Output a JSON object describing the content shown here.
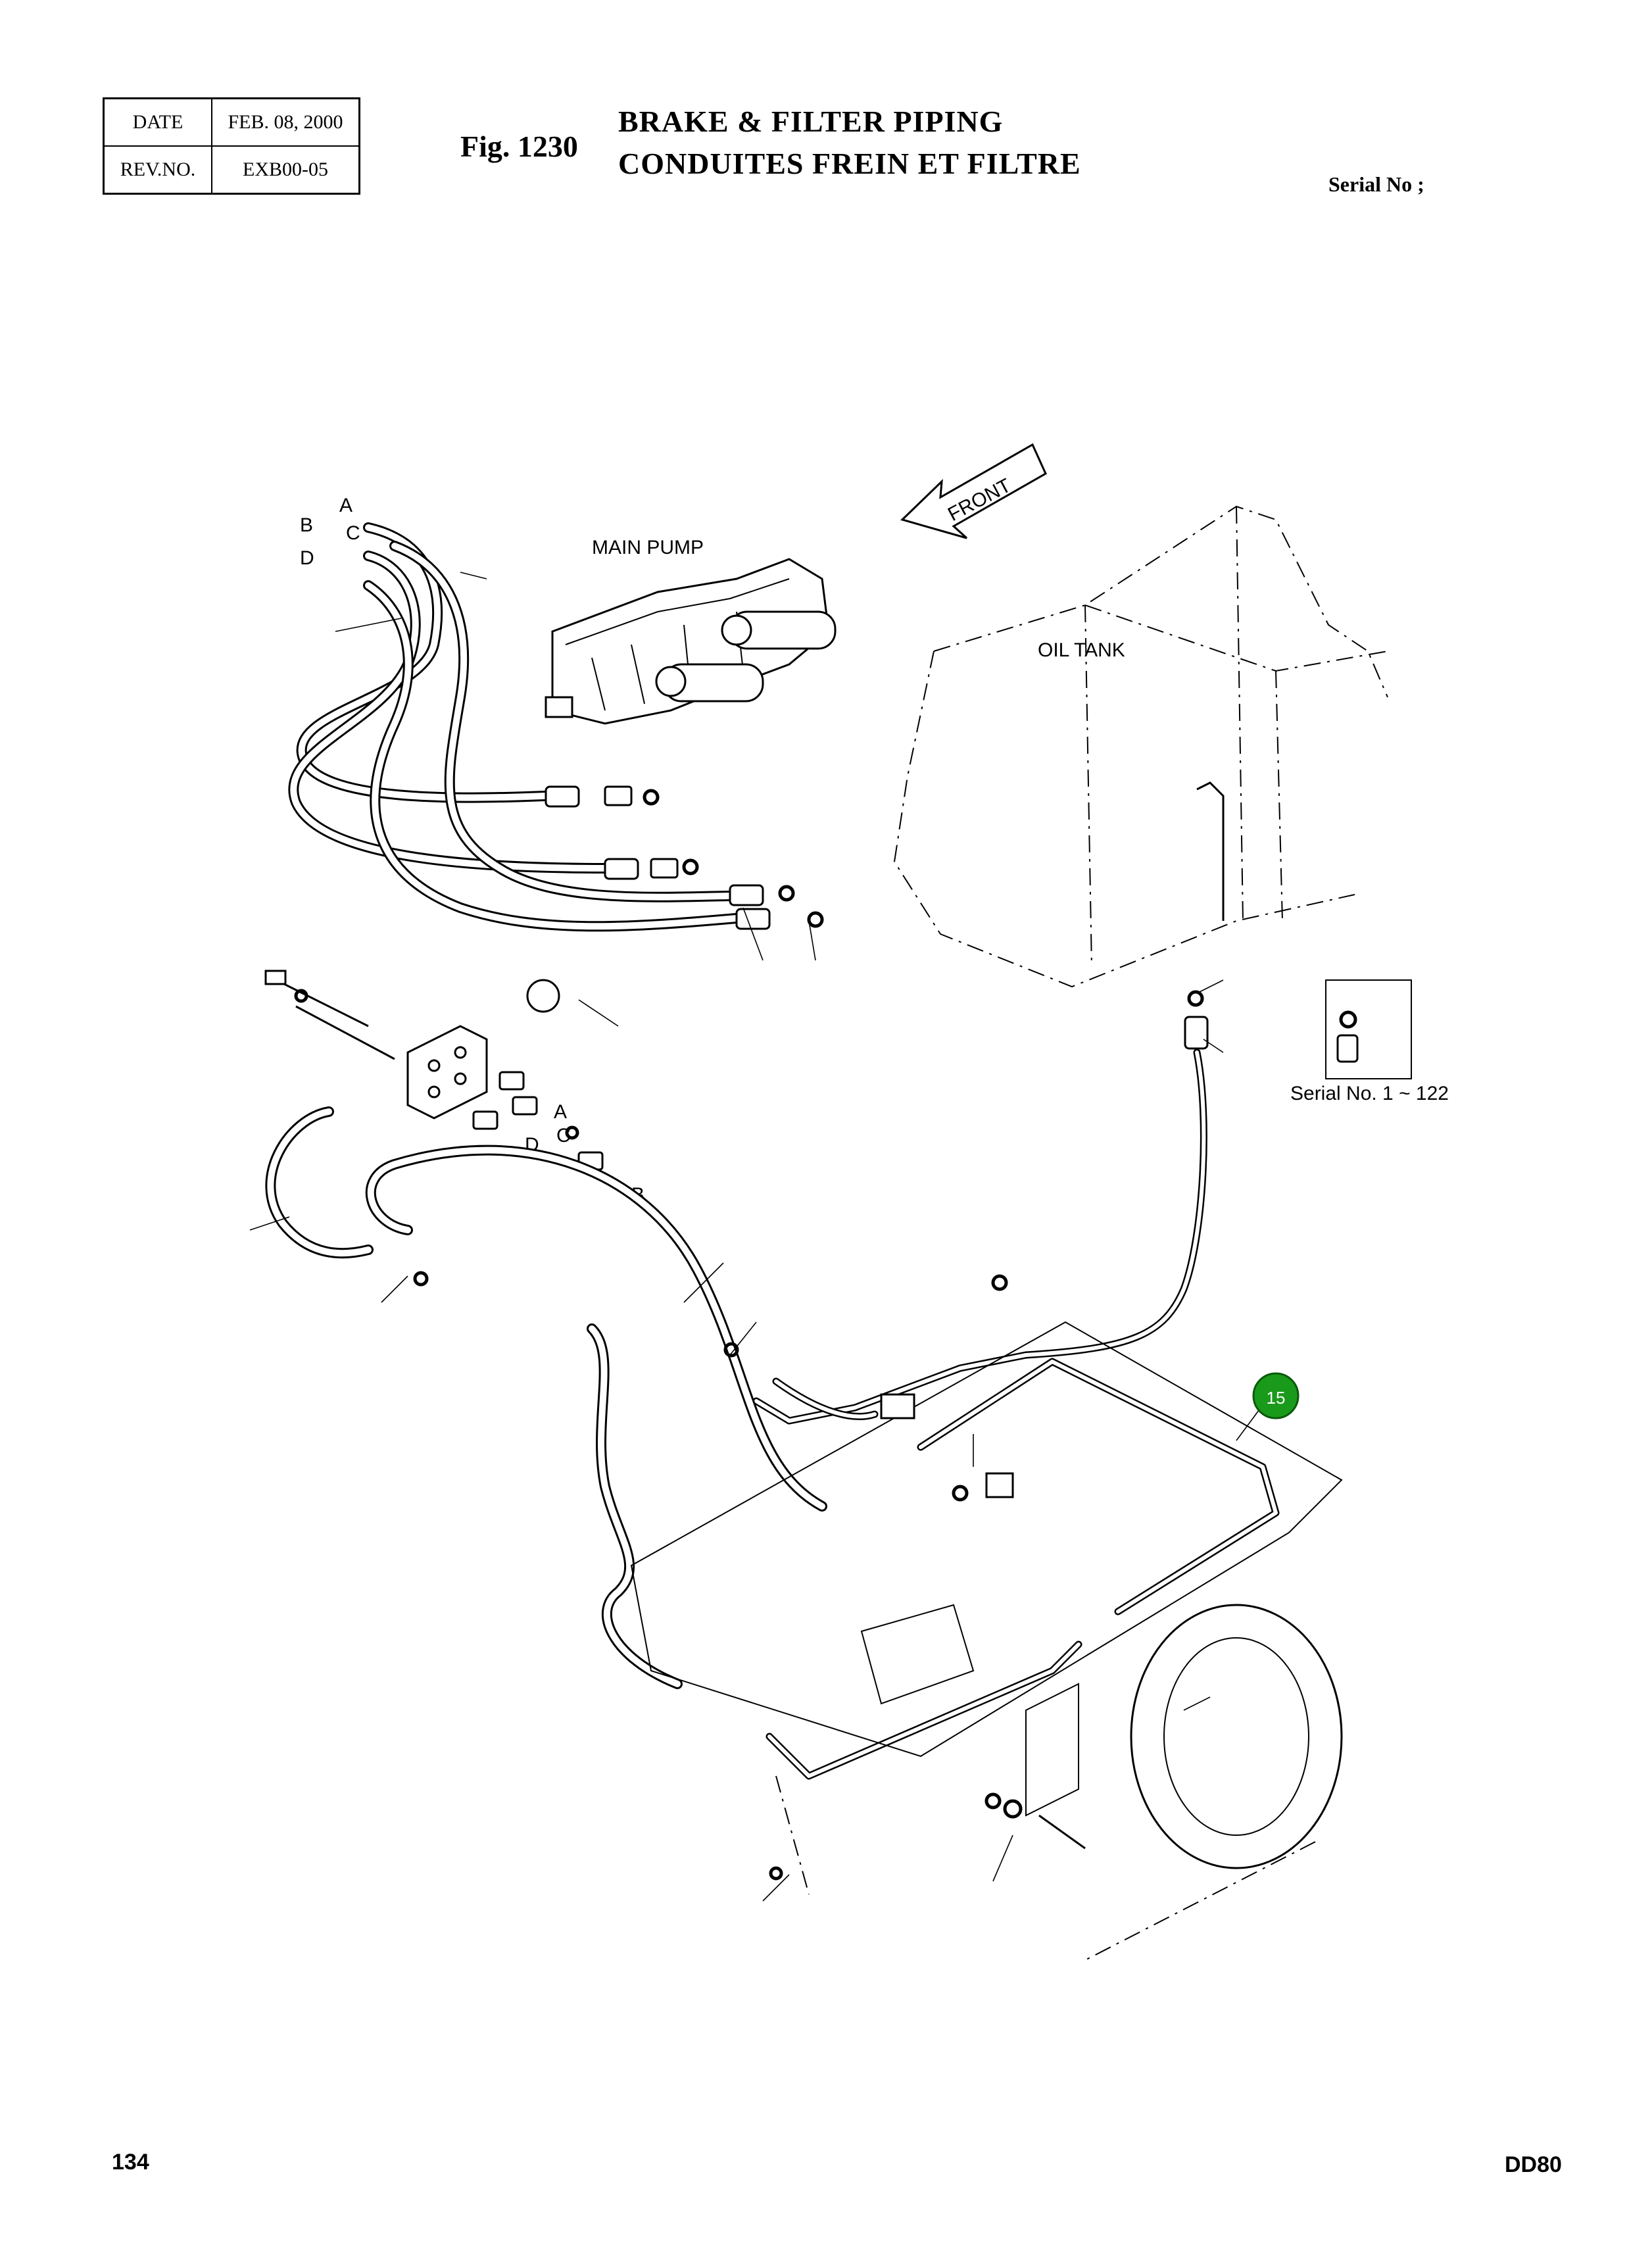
{
  "header": {
    "date_label": "DATE",
    "date_value": "FEB. 08, 2000",
    "rev_label": "REV.NO.",
    "rev_value": "EXB00-05",
    "fig_number": "Fig. 1230",
    "title_en": "BRAKE & FILTER PIPING",
    "title_fr": "CONDUITES FREIN ET FILTRE",
    "serial_label": "Serial No ;"
  },
  "diagram": {
    "front_label": "FRONT",
    "main_pump_label": "MAIN PUMP",
    "oil_tank_label": "OIL TANK",
    "serial_range_label": "Serial No. 1 ~ 122",
    "callout_15": "15",
    "port_labels": {
      "pump_a": "A",
      "pump_b": "B",
      "pump_c": "C",
      "pump_d": "D",
      "block_a": "A",
      "block_c": "C",
      "block_d": "D",
      "block_b": "B"
    },
    "callout_color": "#1a9a1a"
  },
  "footer": {
    "page_number": "134",
    "model": "DD80"
  }
}
